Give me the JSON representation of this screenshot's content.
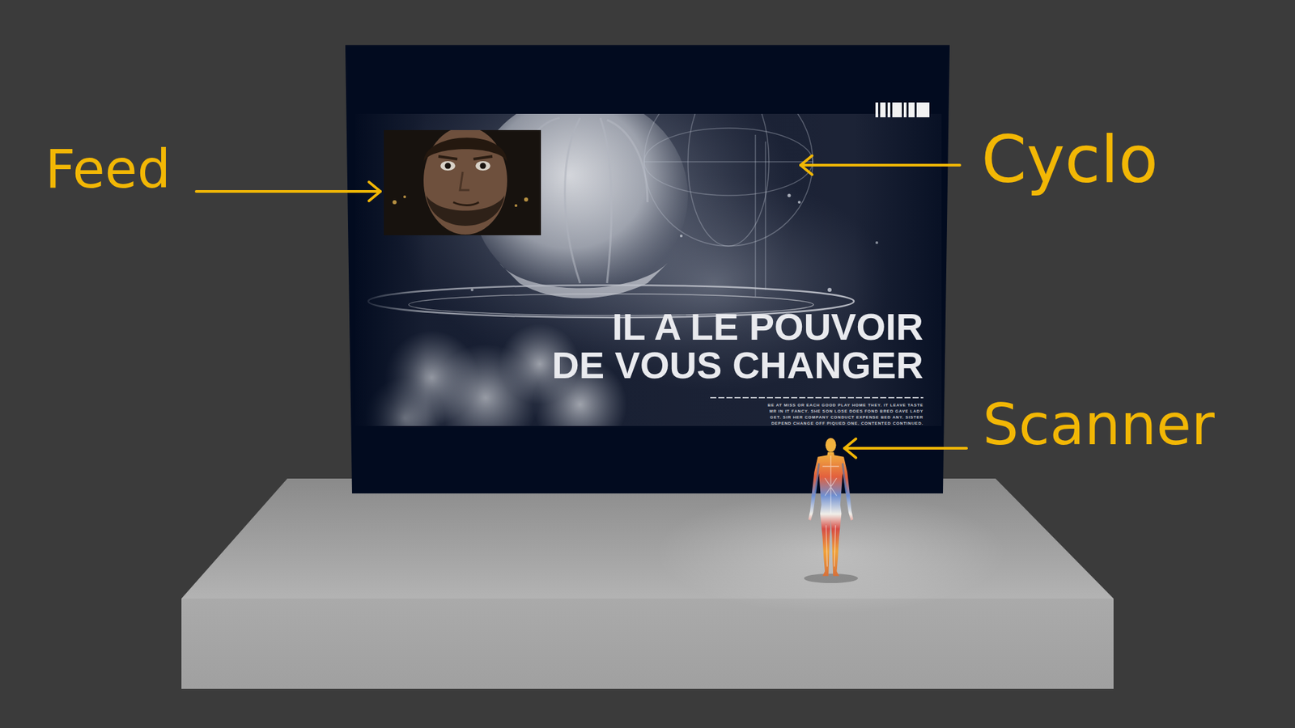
{
  "diagram": {
    "labels": [
      "Feed",
      "Cyclo",
      "IL A LE POUVOIR DE VOUS CHANGER",
      "BE AT MISS OR EACH GOOD PLAY HOME THEY. IT LEAVE TASTE MR IN IT FANCY. SHE SON LOSE DOES FOND BRED GAVE LADY GET. SIR HER COMPANY CONDUCT EXPENSE BED ANY. SISTER DEPEND CHANGE OFF PIQUED ONE. CONTENTED CONTINUED.",
      "Scanner"
    ]
  }
}
